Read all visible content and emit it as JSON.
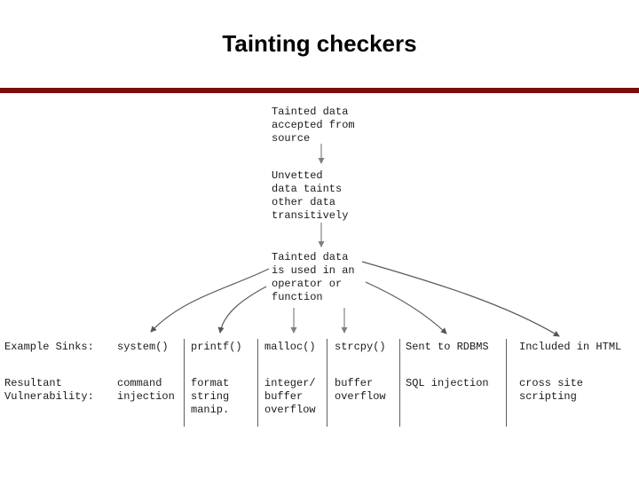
{
  "slide": {
    "title": "Tainting checkers",
    "accent_color": "#7b0d0d",
    "background_color": "#ffffff"
  },
  "flow": {
    "nodes": [
      {
        "id": "source",
        "text": "Tainted data\naccepted from\nsource"
      },
      {
        "id": "transitive",
        "text": "Unvetted\ndata taints\nother data\ntransitively"
      },
      {
        "id": "use",
        "text": "Tainted data\nis used in an\noperator or\nfunction"
      }
    ]
  },
  "sinks_table": {
    "row_labels": {
      "sinks": "Example Sinks:",
      "vulnerability": "Resultant\nVulnerability:"
    },
    "columns": [
      {
        "sink": "system()",
        "vulnerability": "command\ninjection"
      },
      {
        "sink": "printf()",
        "vulnerability": "format\nstring\nmanip."
      },
      {
        "sink": "malloc()",
        "vulnerability": "integer/\nbuffer\noverflow"
      },
      {
        "sink": "strcpy()",
        "vulnerability": "buffer\noverflow"
      },
      {
        "sink": "Sent to RDBMS",
        "vulnerability": "SQL injection"
      },
      {
        "sink": "Included in HTML",
        "vulnerability": "cross site\nscripting"
      }
    ]
  }
}
